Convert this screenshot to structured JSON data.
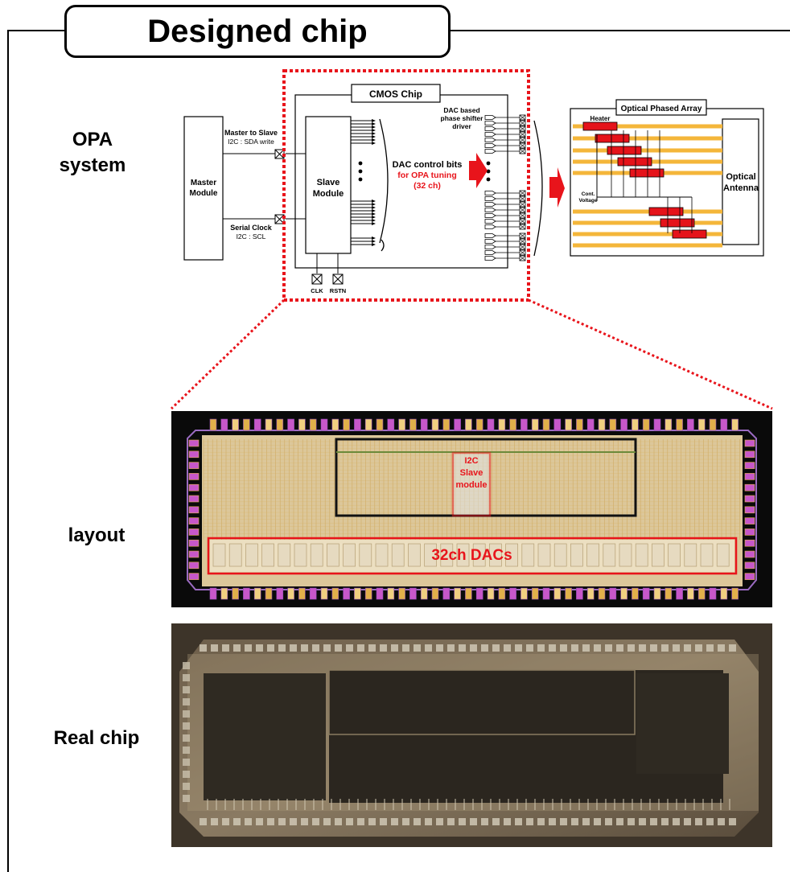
{
  "title": "Designed chip",
  "labels": {
    "opa_system": "OPA\nsystem",
    "layout": "layout",
    "real_chip": "Real chip"
  },
  "opa": {
    "master_module": "Master\nModule",
    "master_to_slave": "Master to Slave",
    "sda_write": "I2C : SDA write",
    "serial_clock": "Serial Clock",
    "scl": "I2C : SCL",
    "cmos_chip": "CMOS Chip",
    "slave_module": "Slave\nModule",
    "dac_control_bits": "DAC control bits",
    "for_opa_tuning": "for OPA tuning",
    "channels": "(32 ch)",
    "dac_driver": "DAC based\nphase shifter\ndriver",
    "clk": "CLK",
    "rstn": "RSTN",
    "optical_phased_array": "Optical Phased Array",
    "heater": "Heater",
    "cont_voltage": "Cont.\nVoltage",
    "optical_antenna": "Optical\nAntenna"
  },
  "layout_overlay": {
    "i2c_slave_module": "I2C\nSlave\nmodule",
    "dacs_32ch": "32ch DACs"
  },
  "colors": {
    "highlight_red": "#e8141b",
    "waveguide_orange": "#f4b63a",
    "heater_red": "#e5131a"
  }
}
